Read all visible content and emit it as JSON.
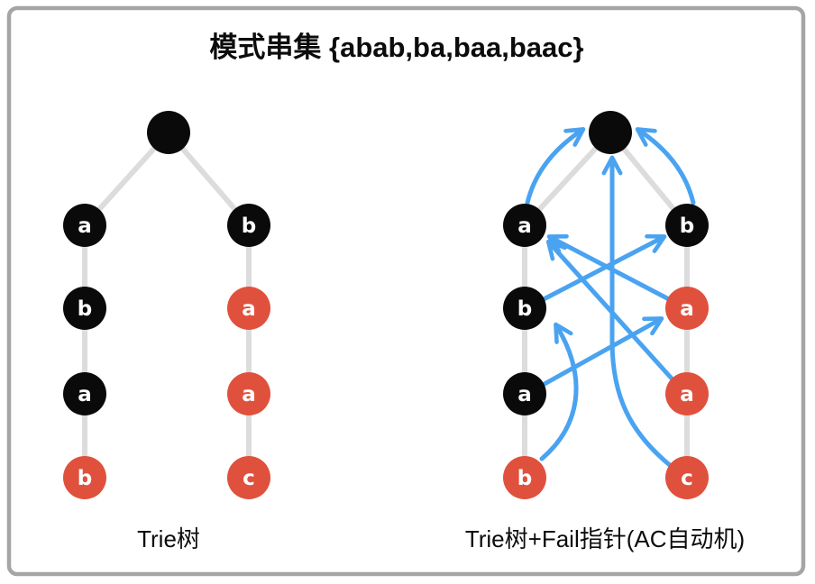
{
  "title": "模式串集 {abab,ba,baa,baac}",
  "patterns": [
    "abab",
    "ba",
    "baa",
    "baac"
  ],
  "colors": {
    "node_black": "#0a0a0a",
    "node_red": "#e0513d",
    "tree_edge": "#dcdcdc",
    "fail_arrow": "#4aa3f0",
    "border": "#a5a5a5",
    "text": "#0c0c0c"
  },
  "left_diagram": {
    "caption": "Trie树",
    "nodes": {
      "root": {
        "label": "",
        "color": "black"
      },
      "a": {
        "label": "a",
        "color": "black"
      },
      "b": {
        "label": "b",
        "color": "black"
      },
      "ab": {
        "label": "b",
        "color": "black"
      },
      "ba": {
        "label": "a",
        "color": "red"
      },
      "aba": {
        "label": "a",
        "color": "black"
      },
      "baa": {
        "label": "a",
        "color": "red"
      },
      "abab": {
        "label": "b",
        "color": "red"
      },
      "baac": {
        "label": "c",
        "color": "red"
      }
    },
    "word_end_nodes": [
      "ba",
      "baa",
      "abab",
      "baac"
    ]
  },
  "right_diagram": {
    "caption": "Trie树+Fail指针(AC自动机)",
    "nodes": {
      "root": {
        "label": "",
        "color": "black"
      },
      "a": {
        "label": "a",
        "color": "black"
      },
      "b": {
        "label": "b",
        "color": "black"
      },
      "ab": {
        "label": "b",
        "color": "black"
      },
      "ba": {
        "label": "a",
        "color": "red"
      },
      "aba": {
        "label": "a",
        "color": "black"
      },
      "baa": {
        "label": "a",
        "color": "red"
      },
      "abab": {
        "label": "b",
        "color": "red"
      },
      "baac": {
        "label": "c",
        "color": "red"
      }
    },
    "fail_pointers": [
      {
        "from": "a",
        "to": "root"
      },
      {
        "from": "b",
        "to": "root"
      },
      {
        "from": "ab",
        "to": "b"
      },
      {
        "from": "ba",
        "to": "a"
      },
      {
        "from": "aba",
        "to": "ba"
      },
      {
        "from": "baa",
        "to": "a"
      },
      {
        "from": "abab",
        "to": "ab"
      },
      {
        "from": "baac",
        "to": "root"
      }
    ]
  }
}
